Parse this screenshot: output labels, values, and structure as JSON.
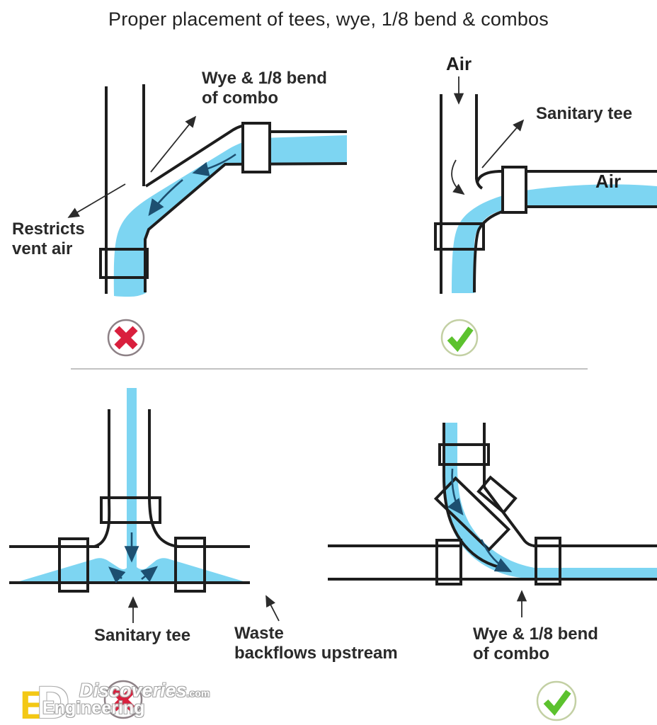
{
  "title": "Proper placement of tees, wye, 1/8 bend & combos",
  "colors": {
    "water_blue": "#7dd5f2",
    "pipe_line": "#1d1d1d",
    "flow_arrow_blue": "#1d4f70",
    "cross_red": "#d91f3d",
    "cross_ring_gray": "#8d8186",
    "check_green": "#5cc22e",
    "check_ring_green": "#c3d0a4",
    "divider_gray": "#b8b8b8"
  },
  "diagrams": {
    "top_left": {
      "fitting_label": "Wye & 1/8 bend\nof combo",
      "issue_label": "Restricts\nvent air",
      "verdict": "wrong",
      "verdict_icon": "cross-icon"
    },
    "top_right": {
      "air_top_label": "Air",
      "fitting_label": "Sanitary tee",
      "air_right_label": "Air",
      "verdict": "correct",
      "verdict_icon": "check-icon"
    },
    "bottom_left": {
      "fitting_label": "Sanitary tee",
      "issue_label": "Waste\nbackflows upstream",
      "verdict": "wrong",
      "verdict_icon": "cross-icon"
    },
    "bottom_right": {
      "fitting_label": "Wye & 1/8 bend\nof combo",
      "verdict": "correct",
      "verdict_icon": "check-icon"
    }
  },
  "watermark": {
    "letter_e": "E",
    "letter_d": "D",
    "brand": "Discoveries",
    "brand_suffix": ".com",
    "brand_line2": "Engineering"
  }
}
